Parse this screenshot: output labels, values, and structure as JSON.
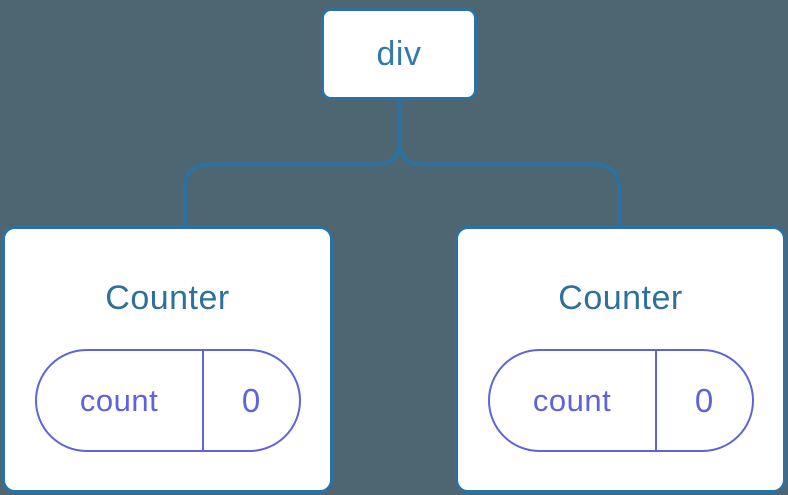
{
  "diagram": {
    "type": "react-component-tree",
    "colors": {
      "background": "#4d6671",
      "node_fill": "#ffffff",
      "connector_blue": "#2b72a2",
      "root_label_blue": "#3579a8",
      "component_title_blue": "#2e7099",
      "state_purple": "#5f62d9"
    },
    "tree": {
      "root": {
        "label": "div"
      },
      "children": [
        {
          "label": "Counter",
          "state": {
            "key": "count",
            "value": "0"
          }
        },
        {
          "label": "Counter",
          "state": {
            "key": "count",
            "value": "0"
          }
        }
      ]
    }
  }
}
